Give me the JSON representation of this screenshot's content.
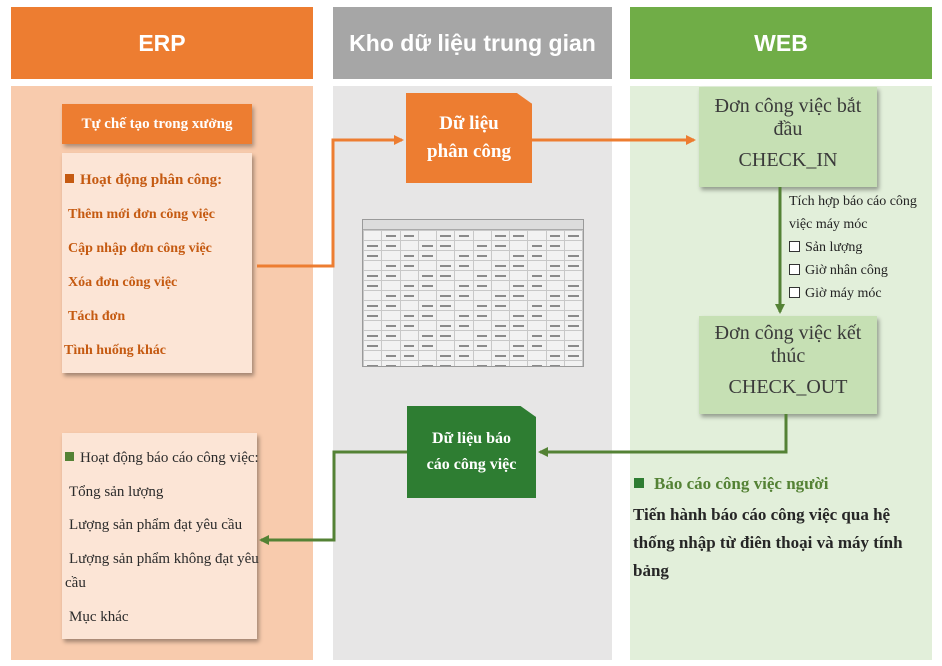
{
  "columns": {
    "erp": "ERP",
    "middle": "Kho dữ liệu trung gian",
    "web": "WEB"
  },
  "colors": {
    "erp_header": "#ed7d31",
    "erp_body": "#f8cbad",
    "middle_header": "#a6a6a6",
    "middle_body": "#e7e6e6",
    "web_header": "#70ad47",
    "web_body": "#e2efda",
    "dark_green": "#2e7d32",
    "orange_arrow": "#ed7d31",
    "green_arrow": "#548235"
  },
  "erp": {
    "title": "Tự chế tạo trong xưởng",
    "assign": {
      "heading": "Hoạt động phân công:",
      "items": [
        "Thêm mới đơn công việc",
        "Cập nhập đơn công việc",
        "Xóa đơn công việc",
        "Tách đơn",
        "Tình huống khác"
      ]
    },
    "report": {
      "heading": "Hoạt động báo cáo công việc:",
      "items": [
        "Tổng sản lượng",
        "Lượng sản phẩm đạt yêu cầu",
        "Lượng sản phẩm không đạt yêu",
        "cầu",
        "Mục khác"
      ]
    }
  },
  "middle": {
    "assign_data": [
      "Dữ liệu",
      "phân công"
    ],
    "report_data": [
      "Dữ liệu báo",
      "cáo công việc"
    ]
  },
  "web": {
    "start": {
      "title_line1": "Đơn công việc bắt",
      "title_line2": "đầu",
      "code": "CHECK_IN"
    },
    "integration": {
      "line1": "Tích hợp báo cáo công",
      "line2": "việc máy móc",
      "items": [
        "Sản lượng",
        "Giờ nhân công",
        "Giờ máy móc"
      ]
    },
    "end": {
      "title_line1": "Đơn công việc kết",
      "title_line2": "thúc",
      "code": "CHECK_OUT"
    },
    "report": {
      "heading": "Báo cáo công việc người",
      "lines": [
        "Tiến hành báo cáo công việc qua hệ",
        "thống nhập từ điên thoại và máy tính",
        "bảng"
      ]
    }
  }
}
